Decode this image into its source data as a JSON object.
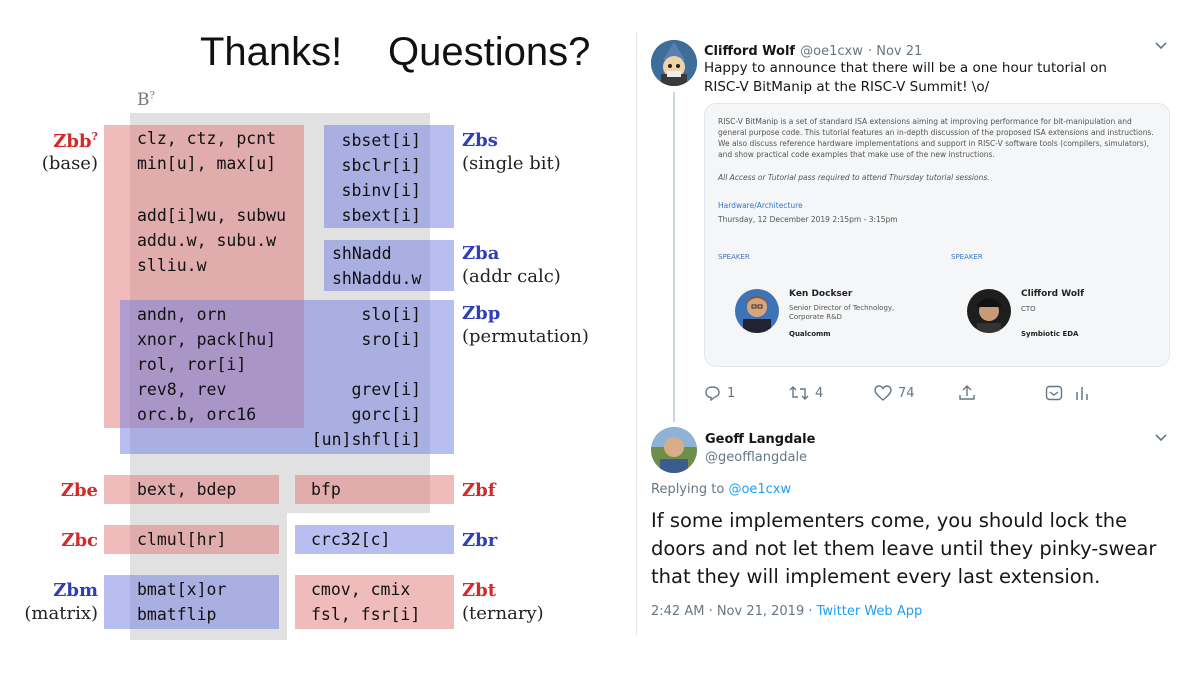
{
  "slide": {
    "title_left": "Thanks!",
    "title_right": "Questions?",
    "b_label": "B",
    "b_sup": "?",
    "zbb": {
      "name": "Zbb",
      "sup": "?",
      "desc": "(base)",
      "lines1": "clz, ctz, pcnt\nmin[u], max[u]",
      "lines2": "add[i]wu, subwu\naddu.w, subu.w\nslliu.w"
    },
    "zbs": {
      "name": "Zbs",
      "desc": "(single bit)",
      "lines": "sbset[i]\nsbclr[i]\nsbinv[i]\nsbext[i]"
    },
    "zba": {
      "name": "Zba",
      "desc": "(addr calc)",
      "lines": "shNadd\nshNaddu.w"
    },
    "zbp": {
      "name": "Zbp",
      "desc": "(permutation)",
      "left_lines": "andn, orn\nxnor, pack[hu]\nrol, ror[i]\nrev8, rev\norc.b, orc16",
      "right_lines": "slo[i]\nsro[i]\n\ngrev[i]\ngorc[i]\n[un]shfl[i]"
    },
    "zbe": {
      "name": "Zbe",
      "lines": "bext, bdep"
    },
    "zbf": {
      "name": "Zbf",
      "lines": "bfp"
    },
    "zbc": {
      "name": "Zbc",
      "lines": "clmul[hr]"
    },
    "zbr": {
      "name": "Zbr",
      "lines": "crc32[c]"
    },
    "zbm": {
      "name": "Zbm",
      "desc": "(matrix)",
      "lines": "bmat[x]or\nbmatflip"
    },
    "zbt": {
      "name": "Zbt",
      "desc": "(ternary)",
      "lines": "cmov, cmix\nfsl, fsr[i]"
    },
    "colors": {
      "red_label": "#d22a2a",
      "blue_label": "#2f3fb8"
    }
  },
  "tweet": {
    "author": "Clifford Wolf",
    "handle": "@oe1cxw",
    "date": "· Nov 21",
    "text": "Happy to announce that there will be a one hour tutorial on RISC-V BitManip at the RISC-V Summit!  \\o/",
    "card": {
      "description": "RISC-V BitManip is a set of standard ISA extensions aiming at improving performance for bit-manipulation and general purpose code. This tutorial features an in-depth discussion of the proposed ISA extensions and instructions. We also discuss reference hardware implementations and support in RISC-V software tools (compilers, simulators), and show practical code examples that make use of the new instructions.",
      "pass_note": "All Access or Tutorial pass required to attend Thursday tutorial sessions.",
      "category": "Hardware/Architecture",
      "datetime": "Thursday, 12 December 2019 2:15pm - 3:15pm",
      "speaker_label_1": "SPEAKER",
      "speaker_label_2": "SPEAKER",
      "speaker1": {
        "name": "Ken Dockser",
        "title": "Senior Director of Technology, Corporate R&D",
        "org": "Qualcomm"
      },
      "speaker2": {
        "name": "Clifford Wolf",
        "title": "CTO",
        "org": "Symbiotic EDA"
      }
    },
    "actions": {
      "replies": "1",
      "retweets": "4",
      "likes": "74"
    }
  },
  "reply": {
    "author": "Geoff Langdale",
    "handle": "@geofflangdale",
    "replying_prefix": "Replying to",
    "replying_to": "@oe1cxw",
    "text": "If some implementers come, you should lock the doors and not let them leave until they pinky-swear that they will implement every last extension.",
    "timestamp": "2:42 AM · Nov 21, 2019 ·",
    "source": "Twitter Web App"
  },
  "icons": [
    "reply-icon",
    "retweet-icon",
    "like-icon",
    "share-icon",
    "bookmark-icon",
    "analytics-icon",
    "chevron-down-icon"
  ]
}
